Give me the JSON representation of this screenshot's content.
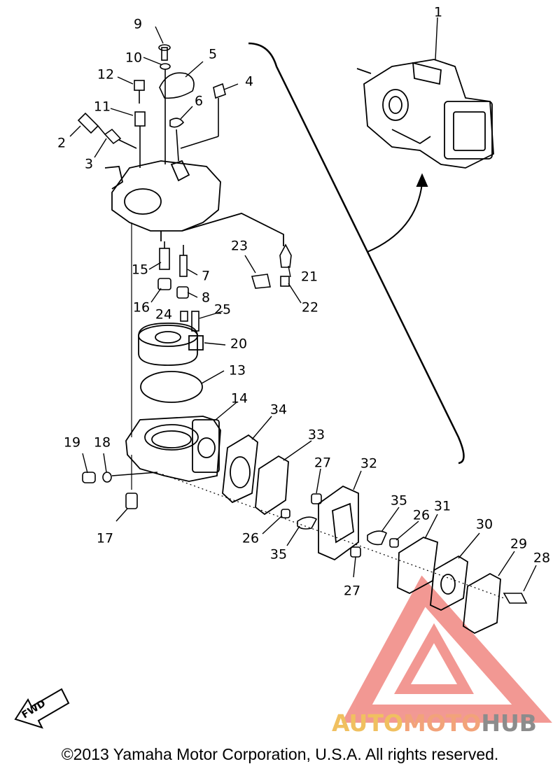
{
  "diagram": {
    "labels": [
      "1",
      "2",
      "3",
      "4",
      "5",
      "6",
      "7",
      "8",
      "9",
      "10",
      "11",
      "12",
      "13",
      "14",
      "15",
      "16",
      "17",
      "18",
      "19",
      "20",
      "21",
      "22",
      "23",
      "24",
      "25",
      "26",
      "26",
      "27",
      "27",
      "28",
      "29",
      "30",
      "31",
      "32",
      "33",
      "34",
      "35",
      "35"
    ],
    "fwd_label": "FWD",
    "brand": {
      "part1": "AUTO",
      "part2": "MOTO",
      "part3": "HUB"
    },
    "copyright": "©2013 Yamaha Motor Corporation, U.S.A. All rights reserved.",
    "colors": {
      "line": "#000000",
      "watermark_red": "#e8453c",
      "brand_yellow": "#f0c060",
      "brand_orange": "#f2a37a",
      "brand_gray": "#8c8c8c"
    }
  }
}
